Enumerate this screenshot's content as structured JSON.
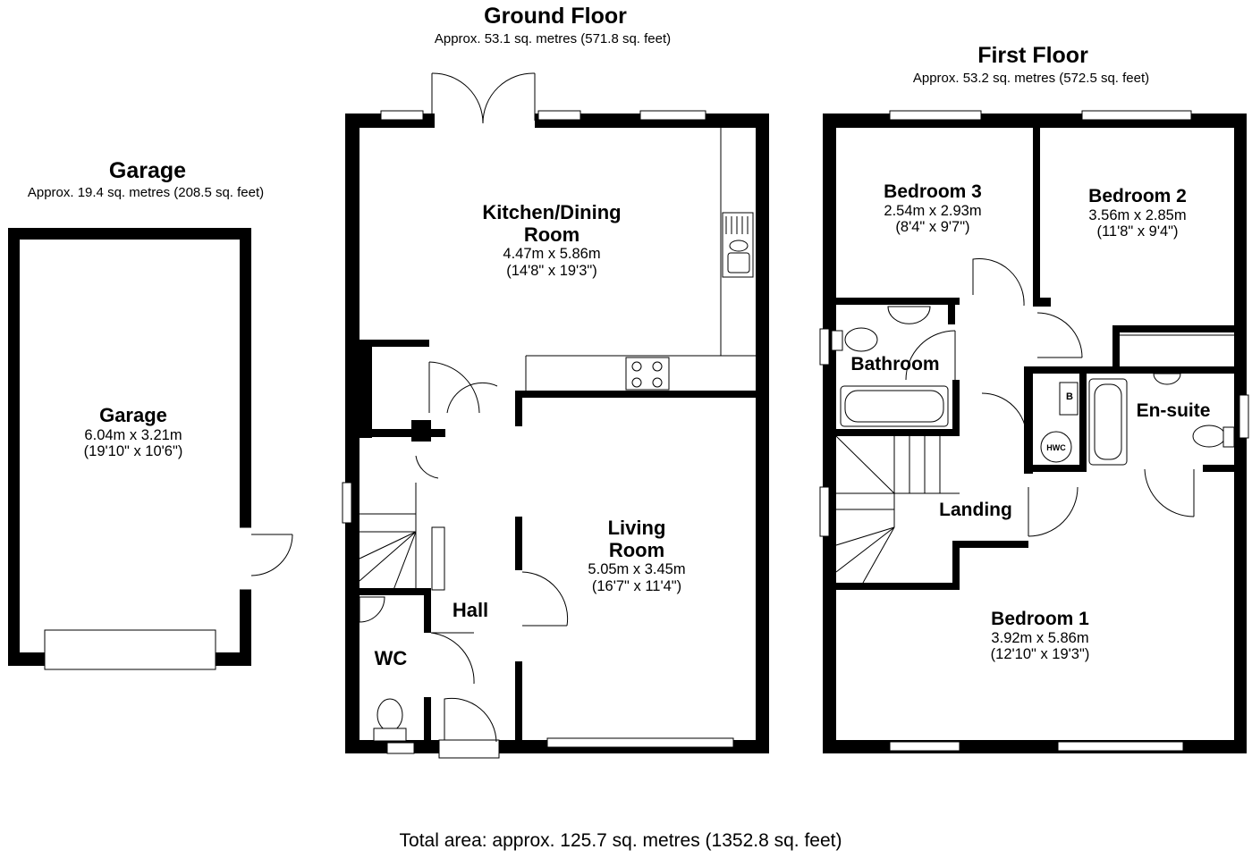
{
  "floors": {
    "garage": {
      "title": "Garage",
      "area": "Approx. 19.4 sq. metres (208.5 sq. feet)"
    },
    "ground": {
      "title": "Ground Floor",
      "area": "Approx. 53.1 sq. metres (571.8 sq. feet)"
    },
    "first": {
      "title": "First Floor",
      "area": "Approx. 53.2 sq. metres (572.5 sq. feet)"
    }
  },
  "rooms": {
    "garage": {
      "name": "Garage",
      "metric": "6.04m x 3.21m",
      "imperial": "(19'10\" x 10'6\")"
    },
    "kitchen": {
      "name_line1": "Kitchen/Dining",
      "name_line2": "Room",
      "metric": "4.47m x 5.86m",
      "imperial": "(14'8\" x 19'3\")"
    },
    "living": {
      "name_line1": "Living",
      "name_line2": "Room",
      "metric": "5.05m x 3.45m",
      "imperial": "(16'7\" x 11'4\")"
    },
    "hall": {
      "name": "Hall"
    },
    "wc": {
      "name": "WC"
    },
    "bedroom3": {
      "name": "Bedroom 3",
      "metric": "2.54m x 2.93m",
      "imperial": "(8'4\" x 9'7\")"
    },
    "bedroom2": {
      "name": "Bedroom 2",
      "metric": "3.56m x 2.85m",
      "imperial": "(11'8\" x 9'4\")"
    },
    "bathroom": {
      "name": "Bathroom"
    },
    "ensuite": {
      "name": "En-suite"
    },
    "landing": {
      "name": "Landing"
    },
    "bedroom1": {
      "name": "Bedroom 1",
      "metric": "3.92m x 5.86m",
      "imperial": "(12'10\" x 19'3\")"
    }
  },
  "fixtures": {
    "boiler": "B",
    "hot_water_cylinder": "HWC"
  },
  "total_area": "Total area: approx. 125.7 sq. metres (1352.8 sq. feet)"
}
